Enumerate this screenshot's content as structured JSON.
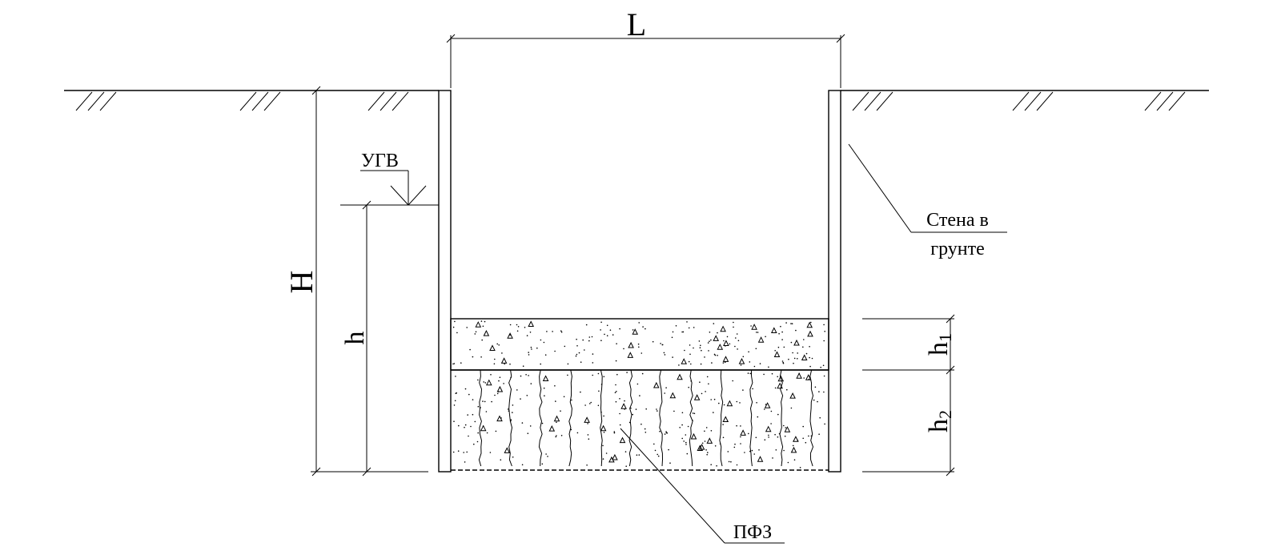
{
  "labels": {
    "L": "L",
    "H": "H",
    "h": "h",
    "h1_base": "h",
    "h1_sub": "1",
    "h2_base": "h",
    "h2_sub": "2",
    "ugv": "УГВ",
    "wall_line1": "Стена в",
    "wall_line2": "грунте",
    "pfz": "ПФЗ"
  }
}
